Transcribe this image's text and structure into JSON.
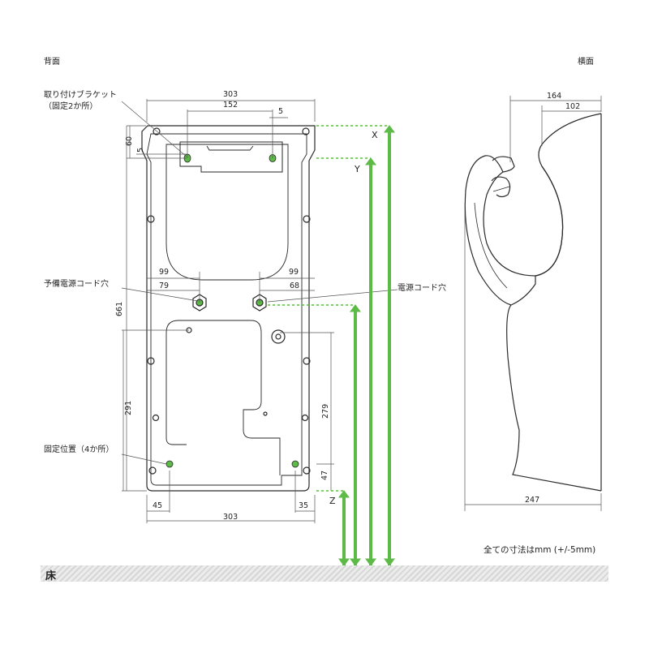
{
  "views": {
    "back": "背面",
    "side": "横面"
  },
  "labels": {
    "bracket_line1": "取り付けブラケット",
    "bracket_line2": "（固定2か所）",
    "spare_cord": "予備電源コード穴",
    "power_cord": "電源コード穴",
    "fix_pos": "固定位置（4か所）"
  },
  "dims": {
    "w_top": "303",
    "w_bracket": "152",
    "d5_top": "5",
    "d60": "60",
    "d5_side": "5",
    "d99_left": "99",
    "d99_right": "99",
    "d79": "79",
    "d68": "68",
    "h661": "661",
    "h291": "291",
    "h279": "279",
    "h47": "47",
    "w45": "45",
    "w_bottom": "303",
    "w35": "35",
    "side_164": "164",
    "side_102": "102",
    "side_247": "247"
  },
  "axes": {
    "x": "X",
    "y": "Y",
    "z": "Z"
  },
  "note": "全ての寸法はmm (+/-5mm)",
  "floor": "床",
  "colors": {
    "accent_green": "#5dba47",
    "line": "#2a2a2a",
    "dim_line": "#555555"
  }
}
